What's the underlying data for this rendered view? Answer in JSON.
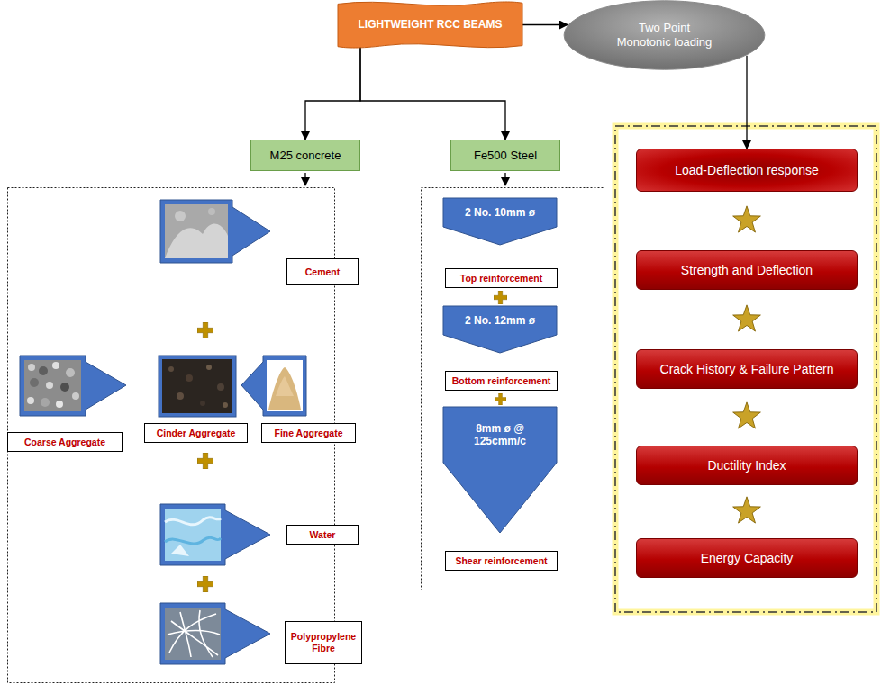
{
  "diagram": {
    "nodes": [
      {
        "text": [
          "LIGHTWEIGHT RCC BEAMS"
        ]
      },
      {
        "text": [
          "Two Point Monotonic loading"
        ]
      },
      {
        "text": [
          "M25 concrete"
        ]
      },
      {
        "text": [
          "Fe500 Steel"
        ]
      },
      {
        "text": [
          "Cement"
        ]
      },
      {
        "text": [
          "Coarse Aggregate"
        ]
      },
      {
        "text": [
          "Cinder Aggregate"
        ]
      },
      {
        "text": [
          "Fine Aggregate"
        ]
      },
      {
        "text": [
          "Water"
        ]
      },
      {
        "text": [
          "Polypropylene Fibre"
        ]
      },
      {
        "text": [
          "2 No. 10mm ø"
        ]
      },
      {
        "text": [
          "Top reinforcement"
        ]
      },
      {
        "text": [
          "2 No. 12mm ø"
        ]
      },
      {
        "text": [
          "Bottom reinforcement"
        ]
      },
      {
        "text": [
          "8mm ø @ 125cmm/c"
        ]
      },
      {
        "text": [
          "Shear reinforcement"
        ]
      },
      {
        "text": [
          "Load-Deflection response"
        ]
      },
      {
        "text": [
          "Strength and Deflection"
        ]
      },
      {
        "text": [
          "Crack History & Failure Pattern"
        ]
      },
      {
        "text": [
          "Ductility Index"
        ]
      },
      {
        "text": [
          "Energy Capacity"
        ]
      }
    ],
    "edges": [
      {
        "from": 0,
        "to": 1,
        "arrow": "to"
      },
      {
        "from": 0,
        "to": 2,
        "arrow": "to"
      },
      {
        "from": 0,
        "to": 3,
        "arrow": "to"
      },
      {
        "from": 1,
        "to": 16,
        "arrow": "to"
      }
    ]
  }
}
